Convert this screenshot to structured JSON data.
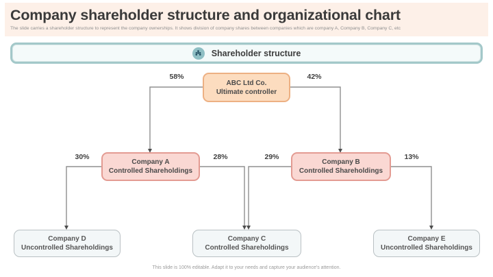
{
  "title": "Company shareholder structure and organizational chart",
  "subtitle": "The slide carries a shareholder structure to represent the company ownerships. It shows division of company shares between companies which are company A, Company B, Company C, etc",
  "banner": {
    "label": "Shareholder structure",
    "icon": "people-group-icon"
  },
  "org": {
    "nodes": {
      "abc": {
        "line1": "ABC Ltd Co.",
        "line2": "Ultimate controller"
      },
      "a": {
        "line1": "Company A",
        "line2": "Controlled Shareholdings"
      },
      "b": {
        "line1": "Company B",
        "line2": "Controlled Shareholdings"
      },
      "d": {
        "line1": "Company D",
        "line2": "Uncontrolled Shareholdings"
      },
      "c": {
        "line1": "Company C",
        "line2": "Controlled Shareholdings"
      },
      "e": {
        "line1": "Company E",
        "line2": "Uncontrolled Shareholdings"
      }
    },
    "edges": [
      {
        "from": "ABC Ltd Co.",
        "to": "Company A",
        "label": "58%"
      },
      {
        "from": "ABC Ltd Co.",
        "to": "Company B",
        "label": "42%"
      },
      {
        "from": "Company A",
        "to": "Company D",
        "label": "30%"
      },
      {
        "from": "Company A",
        "to": "Company C",
        "label": "28%"
      },
      {
        "from": "Company B",
        "to": "Company C",
        "label": "29%"
      },
      {
        "from": "Company B",
        "to": "Company E",
        "label": "13%"
      }
    ]
  },
  "footer": "This slide is 100% editable. Adapt it to your needs and capture your audience's attention.",
  "colors": {
    "header_band": "#fdf0e8",
    "banner_border": "#a3c8c9",
    "banner_fill": "#f4fafa",
    "banner_icon_circle": "#8fbfc4",
    "root_fill": "#fcdcbf",
    "root_border": "#edb083",
    "controlled_fill": "#fad8d3",
    "controlled_border": "#e39b92",
    "leaf_fill": "#f3f7f8",
    "leaf_border": "#b9c0c3",
    "connector": "#8f8f8f"
  }
}
